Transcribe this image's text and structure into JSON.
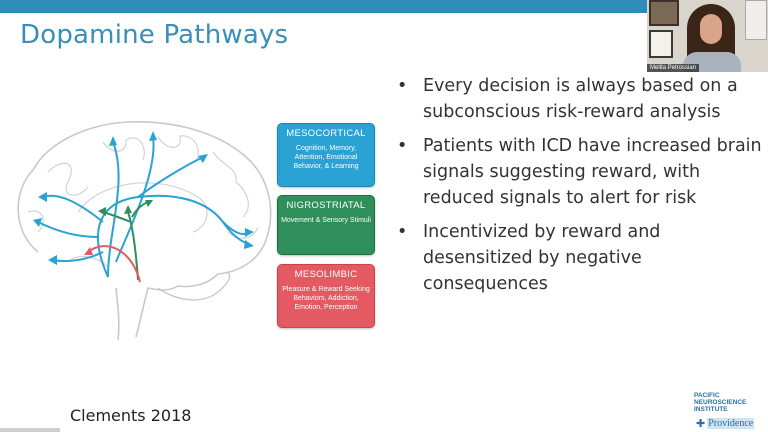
{
  "slide": {
    "title": "Dopamine Pathways",
    "citation": "Clements 2018",
    "bullets": [
      "Every decision is always based on a subconscious risk-reward analysis",
      "Patients with ICD have increased brain signals suggesting reward, with reduced signals to alert for risk",
      "Incentivized by reward and desensitized by negative consequences"
    ],
    "bullet_glyph": "•",
    "pathways": {
      "mesocortical": {
        "title": "MESOCORTICAL",
        "desc": "Cognition, Memory, Attention, Emotional Behavior, & Learning",
        "color": "#2aa2d3"
      },
      "nigrostriatal": {
        "title": "NIGROSTRIATAL",
        "desc": "Movement & Sensory Stimuli",
        "color": "#2f8f5a"
      },
      "mesolimbic": {
        "title": "MESOLIMBIC",
        "desc": "Pleasure & Reward Seeking Behaviors, Addiction, Emotion, Perception",
        "color": "#e35a62"
      }
    }
  },
  "video": {
    "participant_name": "Melita Petrossian"
  },
  "logo": {
    "line1": "PACIFIC",
    "line2": "NEUROSCIENCE",
    "line3": "INSTITUTE",
    "tagline": "®",
    "provider": "Providence"
  },
  "colors": {
    "accent": "#2e8cba",
    "title": "#3a8fb7"
  }
}
